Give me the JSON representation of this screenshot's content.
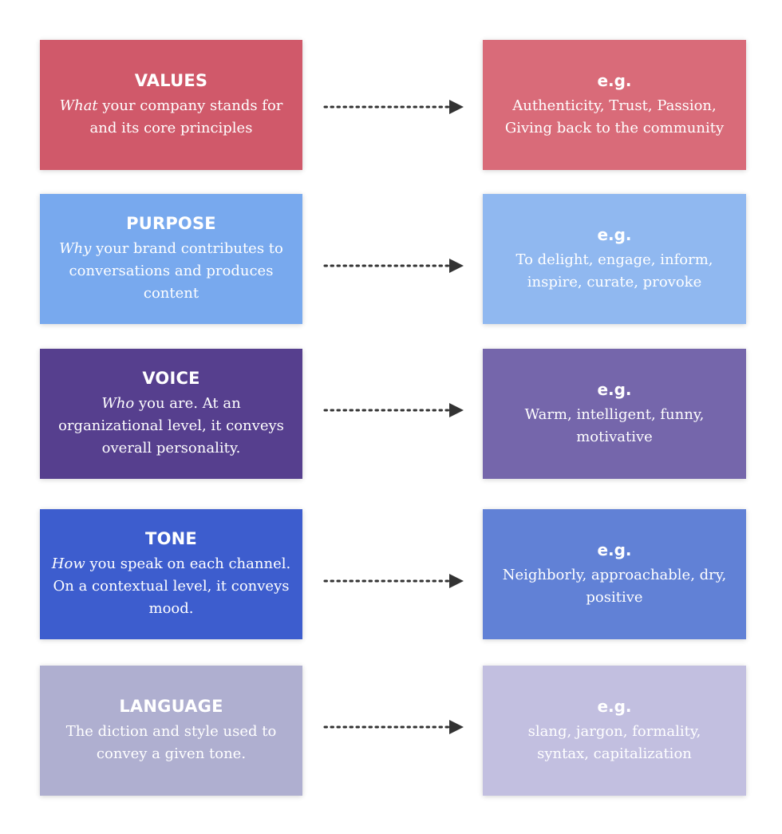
{
  "rows": [
    {
      "title": "VALUES",
      "desc_em": "What",
      "desc_rest": " your company stands for and its core principles",
      "eg": "e.g.",
      "examples": "Authenticity, Trust, Passion, Giving back to the community",
      "left_color": "#d0596a",
      "right_color": "#d96b79"
    },
    {
      "title": "PURPOSE",
      "desc_em": "Why",
      "desc_rest": " your brand contributes to conversations and produces content",
      "eg": "e.g.",
      "examples": "To delight, engage, inform, inspire, curate, provoke",
      "left_color": "#78a9ee",
      "right_color": "#90b8f0"
    },
    {
      "title": "VOICE",
      "desc_em": "Who",
      "desc_rest": " you are. At an organizational level, it conveys overall personality.",
      "eg": "e.g.",
      "examples": "Warm, intelligent, funny, motivative",
      "left_color": "#563f8e",
      "right_color": "#7566ab"
    },
    {
      "title": "TONE",
      "desc_em": "How",
      "desc_rest": " you speak on each channel. On a contextual level, it conveys mood.",
      "eg": "e.g.",
      "examples": "Neighborly, approachable, dry, positive",
      "left_color": "#3d5dce",
      "right_color": "#6181d6"
    },
    {
      "title": "LANGUAGE",
      "desc_em": "",
      "desc_rest": "The diction and style used to convey a given tone.",
      "eg": "e.g.",
      "examples": "slang, jargon, formality, syntax, capitalization",
      "left_color": "#afafd0",
      "right_color": "#c2bfe0"
    }
  ],
  "arrow_color": "#333333"
}
